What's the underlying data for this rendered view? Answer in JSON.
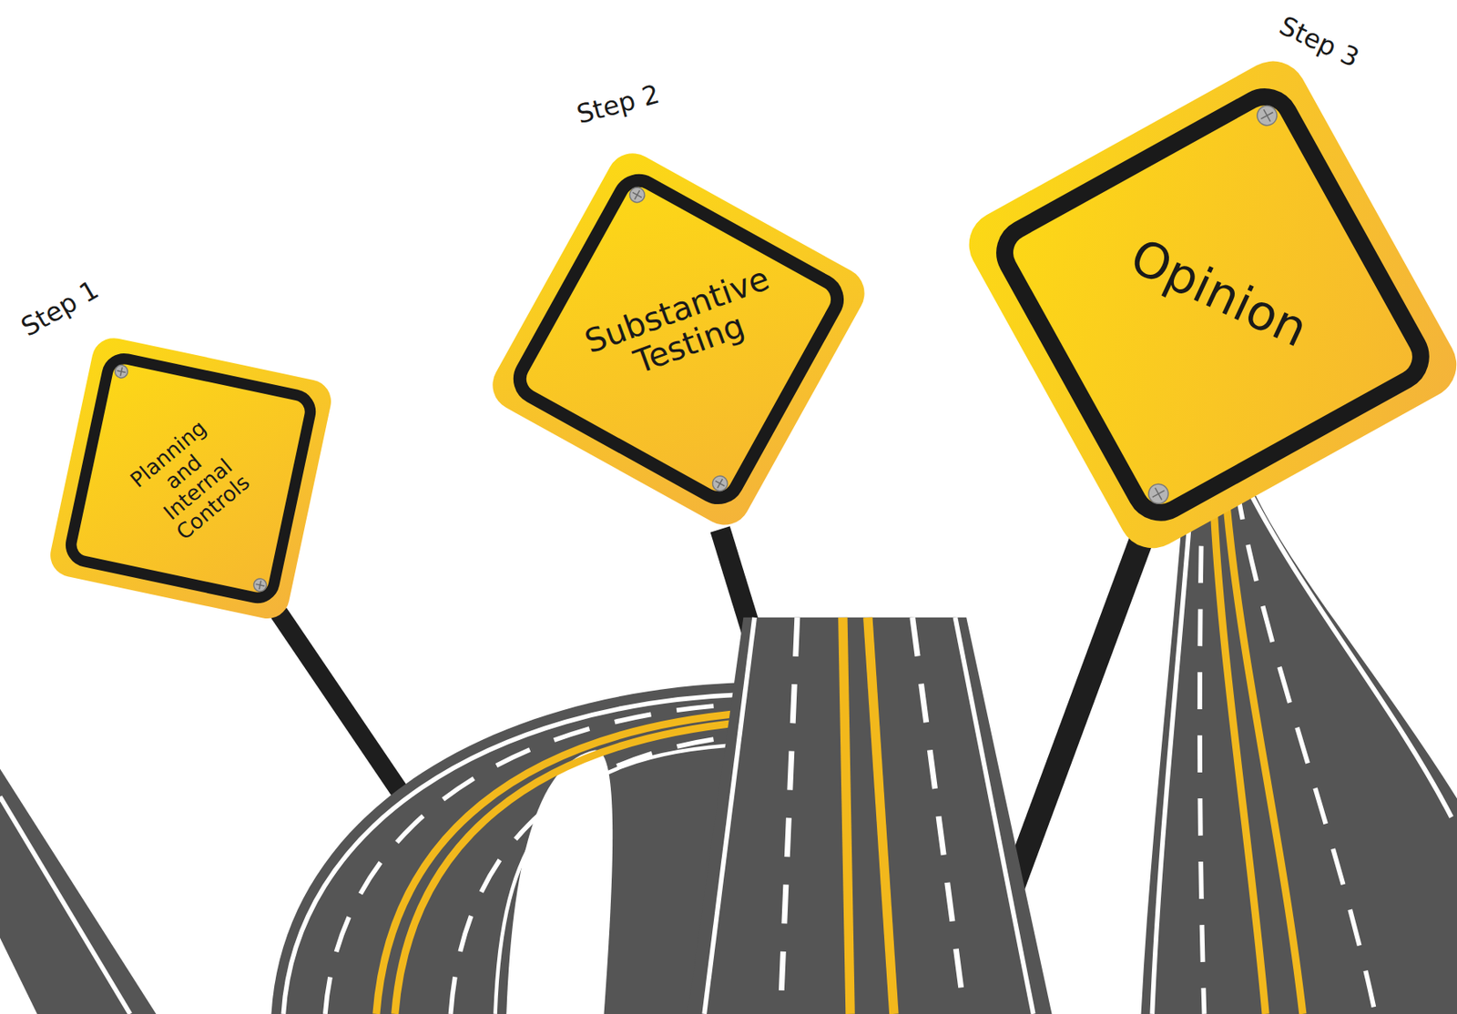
{
  "diagram": {
    "nodes": [
      {
        "text": [
          "Step 1",
          "Planning and Internal Controls"
        ]
      },
      {
        "text": [
          "Step 2",
          "Substantive Testing"
        ]
      },
      {
        "text": [
          "Step 3",
          "Opinion"
        ]
      }
    ]
  }
}
